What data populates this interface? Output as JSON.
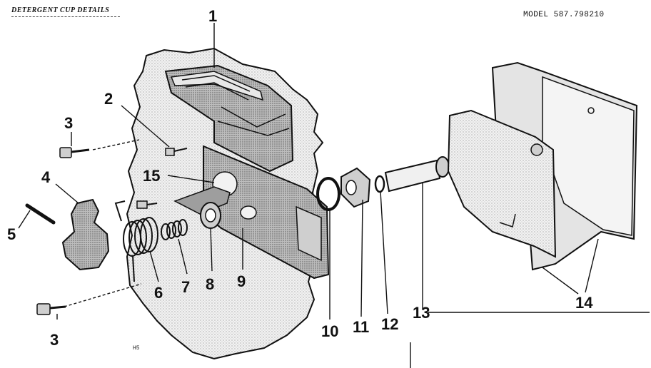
{
  "header": {
    "title": "DETERGENT CUP DETAILS",
    "model": "MODEL 587.798210",
    "sheet_code": "H5"
  },
  "callouts": {
    "p1": "1",
    "p2": "2",
    "p3a": "3",
    "p3b": "3",
    "p4": "4",
    "p5": "5",
    "p6": "6",
    "p7": "7",
    "p8": "8",
    "p9": "9",
    "p10": "10",
    "p11": "11",
    "p12": "12",
    "p13": "13",
    "p14": "14",
    "p15": "15"
  }
}
